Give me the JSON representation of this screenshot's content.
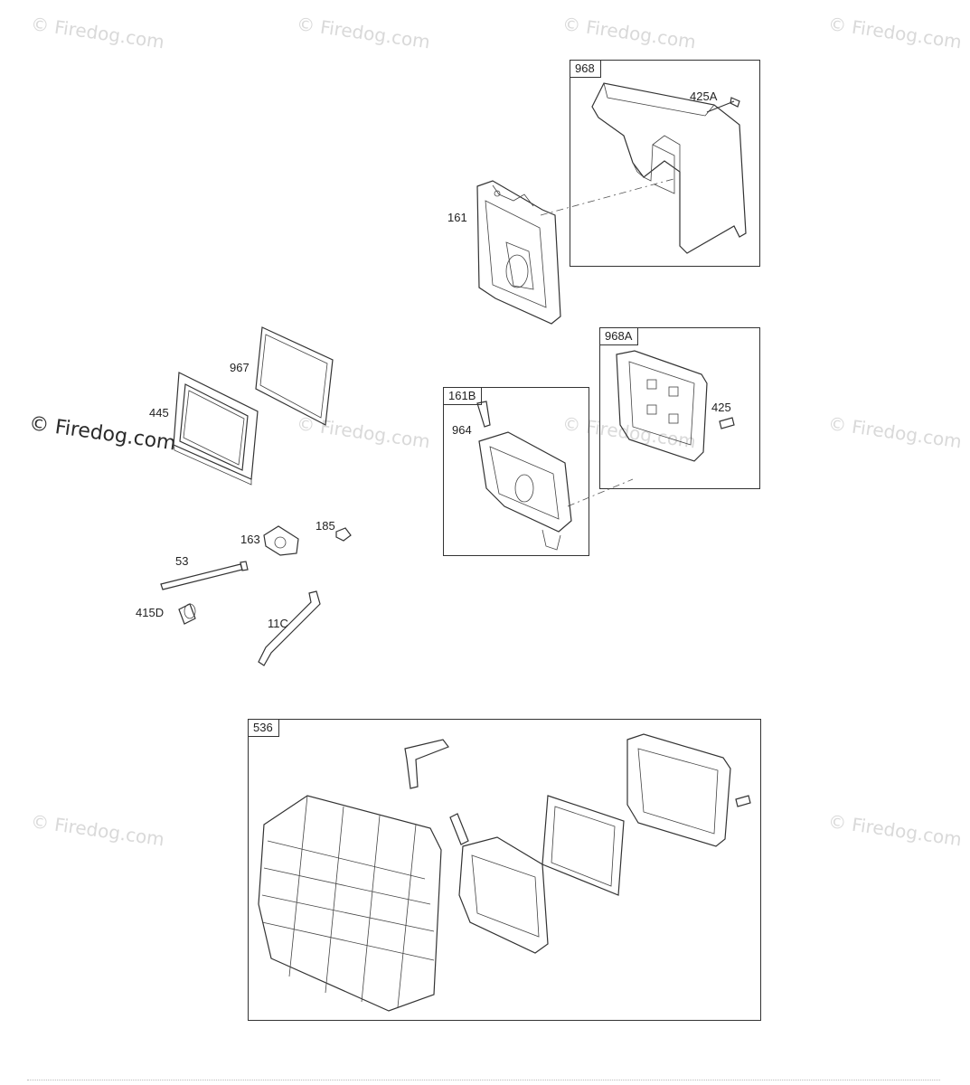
{
  "watermark": {
    "text": "© Firedog.com"
  },
  "boxes": {
    "b968": "968",
    "b968a": "968A",
    "b161b": "161B",
    "b536": "536"
  },
  "callouts": {
    "p425a": "425A",
    "p161": "161",
    "p967": "967",
    "p445": "445",
    "p964": "964",
    "p425": "425",
    "p185": "185",
    "p163": "163",
    "p53": "53",
    "p415d": "415D",
    "p110": "11C"
  },
  "colors": {
    "line": "#333333",
    "watermark": "#d9d9d9",
    "background": "#ffffff"
  }
}
